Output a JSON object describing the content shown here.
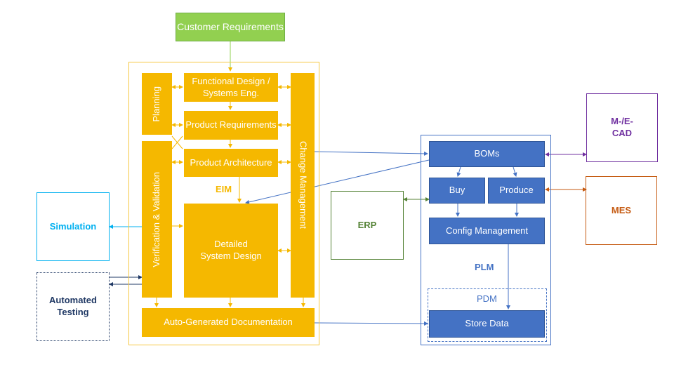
{
  "customer_requirements": "Customer Requirements",
  "eim": {
    "label": "EIM",
    "planning": "Planning",
    "verification_validation": "Verification & Validation",
    "change_management": "Change Management",
    "functional_design": "Functional Design / Systems Eng.",
    "product_requirements": "Product Requirements",
    "product_architecture": "Product Architecture",
    "detailed_system_design": "Detailed System Design",
    "auto_generated_documentation": "Auto-Generated Documentation"
  },
  "simulation": "Simulation",
  "automated_testing": "Automated Testing",
  "erp": "ERP",
  "plm": {
    "label": "PLM",
    "boms": "BOMs",
    "buy": "Buy",
    "produce": "Produce",
    "config_management": "Config Management",
    "pdm": "PDM",
    "store_data": "Store Data"
  },
  "mecad": "M-/E-CAD",
  "mes": "MES",
  "colors": {
    "eim_yellow": "#f5b800",
    "eim_outline": "#f5c842",
    "customer_green": "#92d050",
    "plm_blue": "#4472c4",
    "simulation_cyan": "#00b0f0",
    "testing_navy": "#1f3864",
    "erp_green": "#548235",
    "mecad_purple": "#7030a0",
    "mes_orange": "#c55a11"
  }
}
